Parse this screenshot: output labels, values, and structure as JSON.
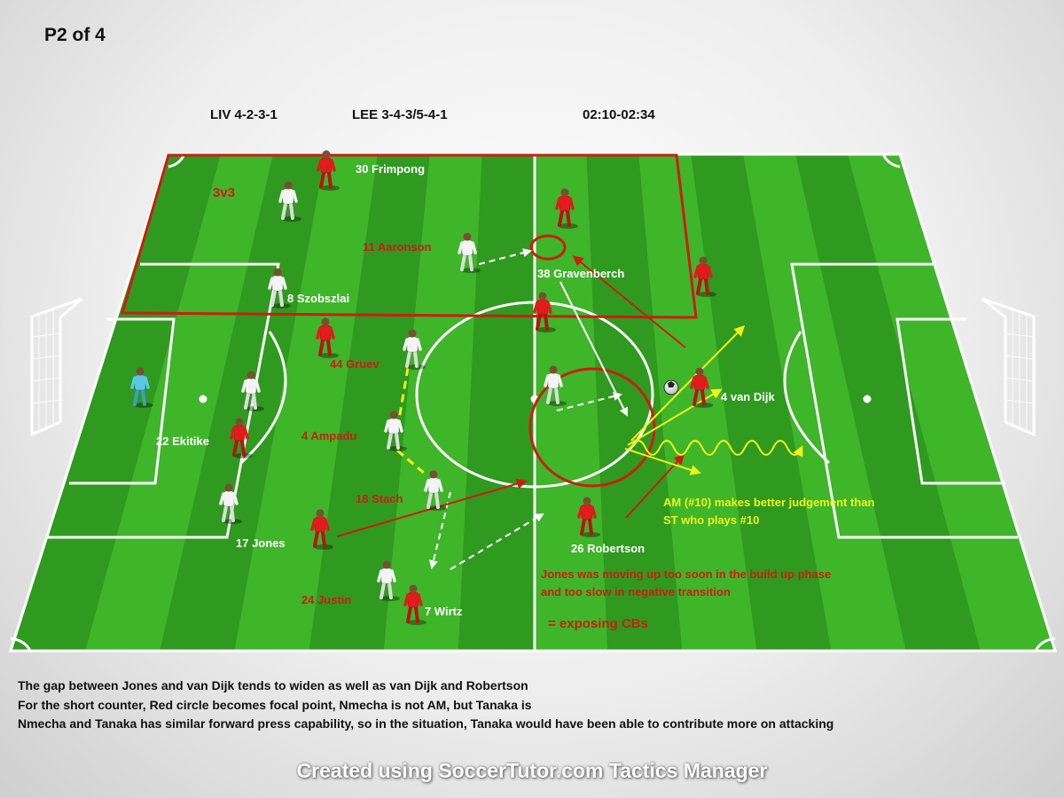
{
  "page_label": "P2 of 4",
  "header": {
    "team_a": "LIV 4-2-3-1",
    "team_b": "LEE 3-4-3/5-4-1",
    "time_range": "02:10-02:34"
  },
  "annotations": {
    "zone_label": "3v3",
    "am_note_line1": "AM (#10) makes better judgement than",
    "am_note_line2": "ST who plays #10",
    "jones_note_line1": "Jones was moving up too soon in the build up phase",
    "jones_note_line2": "and too slow in negative transition",
    "exposing_note": "= exposing CBs"
  },
  "players": {
    "white": [
      {
        "name": "30 Frimpong"
      },
      {
        "name": "8 Szobszlai"
      },
      {
        "name": "38 Gravenberch"
      },
      {
        "name": "4 van Dijk"
      },
      {
        "name": "22 Ekitike"
      },
      {
        "name": "17 Jones"
      },
      {
        "name": "26 Robertson"
      },
      {
        "name": "7 Wirtz"
      }
    ],
    "red": [
      {
        "name": "11 Aaronson"
      },
      {
        "name": "44 Gruev"
      },
      {
        "name": "4 Ampadu"
      },
      {
        "name": "18 Stach"
      },
      {
        "name": "24 Justin"
      }
    ]
  },
  "notes": [
    "The gap between Jones and van Dijk tends to widen as well as van Dijk and Robertson",
    "For the short counter, Red circle becomes focal point, Nmecha is not AM, but Tanaka is",
    "Nmecha and Tanaka has similar forward press capability, so in the situation, Tanaka would have been able to contribute more on attacking"
  ],
  "footer": "Created using SoccerTutor.com Tactics Manager",
  "colors": {
    "pitch_light": "#3fb52a",
    "pitch_dark": "#2f9a1f",
    "red_team": "#e21b1b",
    "white_team": "#f4f4f4",
    "red_annotation": "#cc1d12",
    "yellow_annotation": "#f2f21a"
  }
}
